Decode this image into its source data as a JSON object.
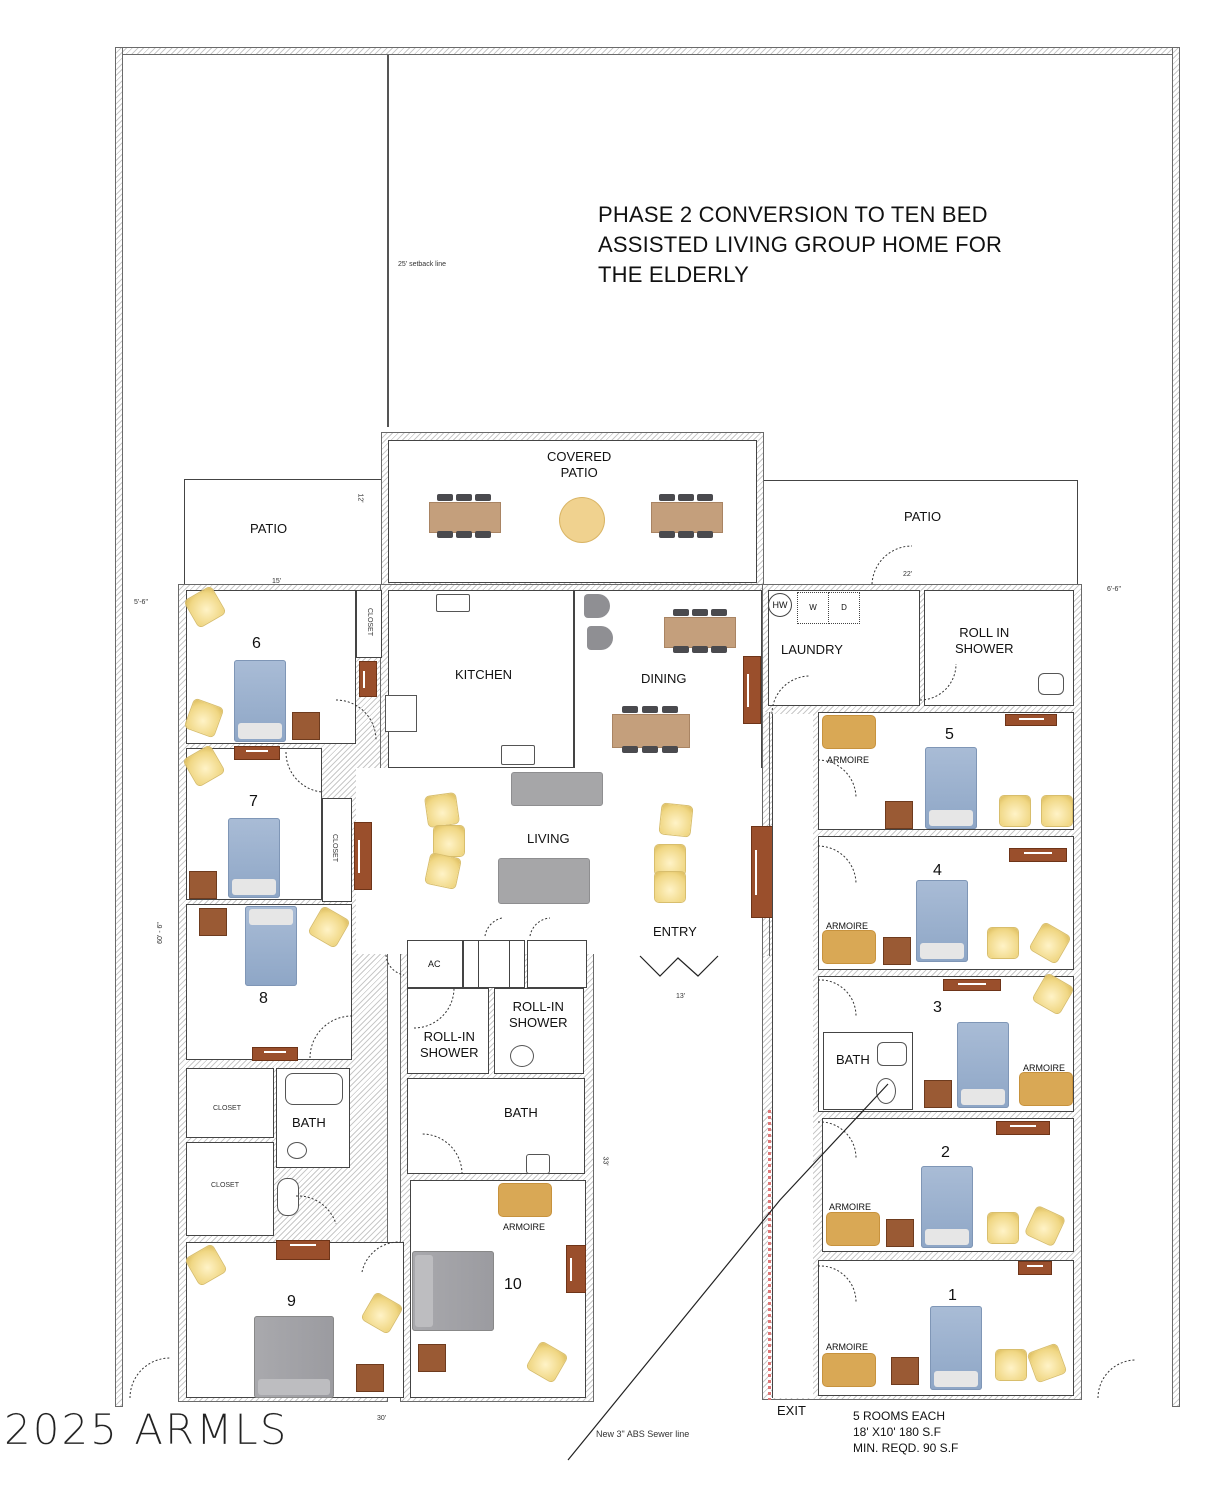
{
  "title": {
    "lines": [
      "PHASE 2 CONVERSION TO TEN BED",
      "ASSISTED LIVING GROUP HOME FOR",
      "THE ELDERLY"
    ]
  },
  "annotations": {
    "setback": "25' setback line",
    "dim_left_side": "5'-6\"",
    "dim_right_side": "6'-6\"",
    "dim_patio_width": "15'",
    "dim_patio_depth": "12'",
    "dim_right_patio": "22'",
    "dim_vertical": "60' - 6\"",
    "dim_entry": "13'",
    "dim_hall": "33'",
    "dim_bottom": "30'",
    "sewer": "New 3\" ABS Sewer line",
    "exit": "EXIT"
  },
  "notes": {
    "lines": [
      "5 ROOMS EACH",
      "18' X10'  180 S.F",
      "MIN. REQD. 90 S.F"
    ]
  },
  "watermark": "2025 ARMLS",
  "rooms": {
    "covered_patio": "COVERED\nPATIO",
    "covered_patio_l1": "COVERED",
    "covered_patio_l2": "PATIO",
    "patio_left": "PATIO",
    "patio_right": "PATIO",
    "kitchen": "KITCHEN",
    "dining": "DINING",
    "living": "LIVING",
    "entry": "ENTRY",
    "laundry": "LAUNDRY",
    "roll_in_shower_right_l1": "ROLL IN",
    "roll_in_shower_right_l2": "SHOWER",
    "ac": "AC",
    "roll_in_shower_a_l1": "ROLL-IN",
    "roll_in_shower_a_l2": "SHOWER",
    "roll_in_shower_b_l1": "ROLL-IN",
    "roll_in_shower_b_l2": "SHOWER",
    "bath_center": "BATH",
    "bath_left": "BATH",
    "bath_right": "BATH",
    "closet_small": "CLOSET",
    "closet_7": "CLOSET",
    "closet_a": "CLOSET",
    "closet_b": "CLOSET",
    "hw": "HW",
    "washer": "W",
    "dryer": "D"
  },
  "bedrooms": [
    {
      "number": "1",
      "armoire": "ARMOIRE"
    },
    {
      "number": "2",
      "armoire": "ARMOIRE"
    },
    {
      "number": "3",
      "armoire": "ARMOIRE"
    },
    {
      "number": "4",
      "armoire": "ARMOIRE"
    },
    {
      "number": "5",
      "armoire": "ARMOIRE"
    },
    {
      "number": "6"
    },
    {
      "number": "7"
    },
    {
      "number": "8"
    },
    {
      "number": "9"
    },
    {
      "number": "10",
      "armoire": "ARMOIRE"
    }
  ],
  "colors": {
    "bed_blue": "#9fb3cf",
    "bed_gray": "#a3a3a7",
    "chair_yellow": "#f0d784",
    "armoire": "#d9a855",
    "wood_dark": "#9a4f2c",
    "table": "#c49f7c",
    "wall_line": "#444444"
  }
}
